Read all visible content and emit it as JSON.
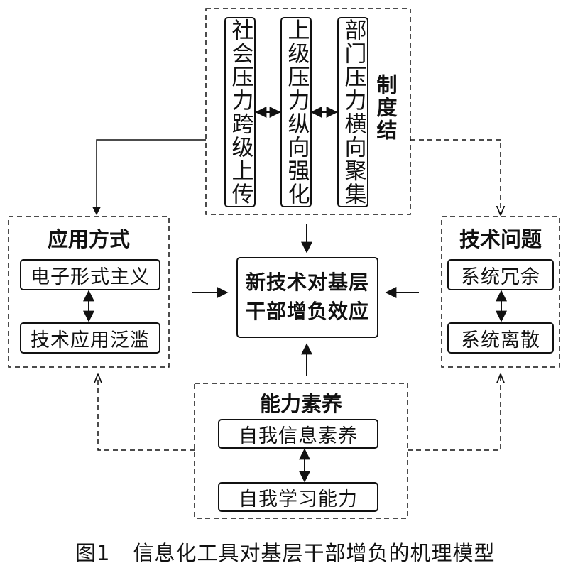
{
  "institution": {
    "title": "制度结",
    "items": [
      "社会压力跨级上传",
      "上级压力纵向强化",
      "部门压力横向聚集"
    ]
  },
  "application": {
    "title": "应用方式",
    "items": [
      "电子形式主义",
      "技术应用泛滥"
    ]
  },
  "technical": {
    "title": "技术问题",
    "items": [
      "系统冗余",
      "系统离散"
    ]
  },
  "capability": {
    "title": "能力素养",
    "items": [
      "自我信息素养",
      "自我学习能力"
    ]
  },
  "center": {
    "line1": "新技术对基层",
    "line2": "干部增负效应"
  },
  "caption": {
    "figure_no": "图1",
    "text": "信息化工具对基层干部增负的机理模型"
  },
  "colors": {
    "line": "#111111",
    "background": "#ffffff"
  }
}
